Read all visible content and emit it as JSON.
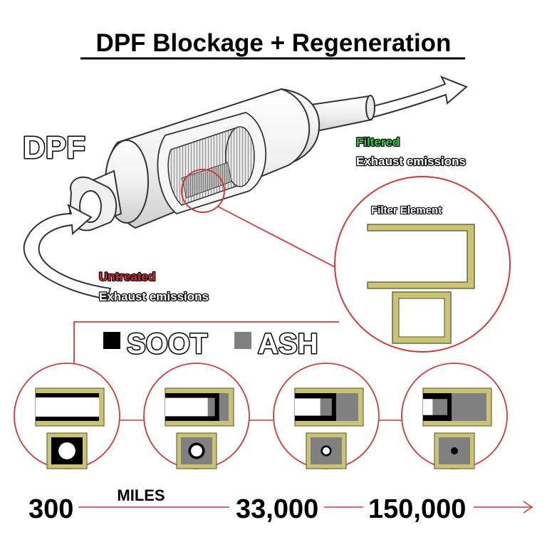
{
  "title": "DPF Blockage + Regeneration",
  "dpf_label": "DPF",
  "filtered": {
    "word": "Filtered",
    "line": "Exhaust emissions"
  },
  "untreated": {
    "word": "Untreated",
    "line": "Exhaust emissions"
  },
  "filter_element_label": "Filter Element",
  "legend": {
    "soot": "SOOT",
    "ash": "ASH"
  },
  "timeline": {
    "miles_label": "MILES",
    "marks": [
      "300",
      "33,000",
      "150,000"
    ]
  },
  "stages": [
    {
      "ash_level": 0.0,
      "soot_level": 1.0,
      "outlet_opening": 0.72
    },
    {
      "ash_level": 0.33,
      "soot_level": 0.85,
      "outlet_opening": 0.48
    },
    {
      "ash_level": 0.6,
      "soot_level": 0.65,
      "outlet_opening": 0.3
    },
    {
      "ash_level": 0.85,
      "soot_level": 0.45,
      "outlet_opening": 0.18
    }
  ],
  "colors": {
    "frame": "#c9c373",
    "frame_stroke": "#6b6a45",
    "soot": "#000000",
    "ash": "#808080",
    "circle_stroke": "#d33a3a",
    "filtered_green": "#2ecc40",
    "untreated_red": "#d32f2f",
    "line_gray": "#7a7a7a"
  }
}
